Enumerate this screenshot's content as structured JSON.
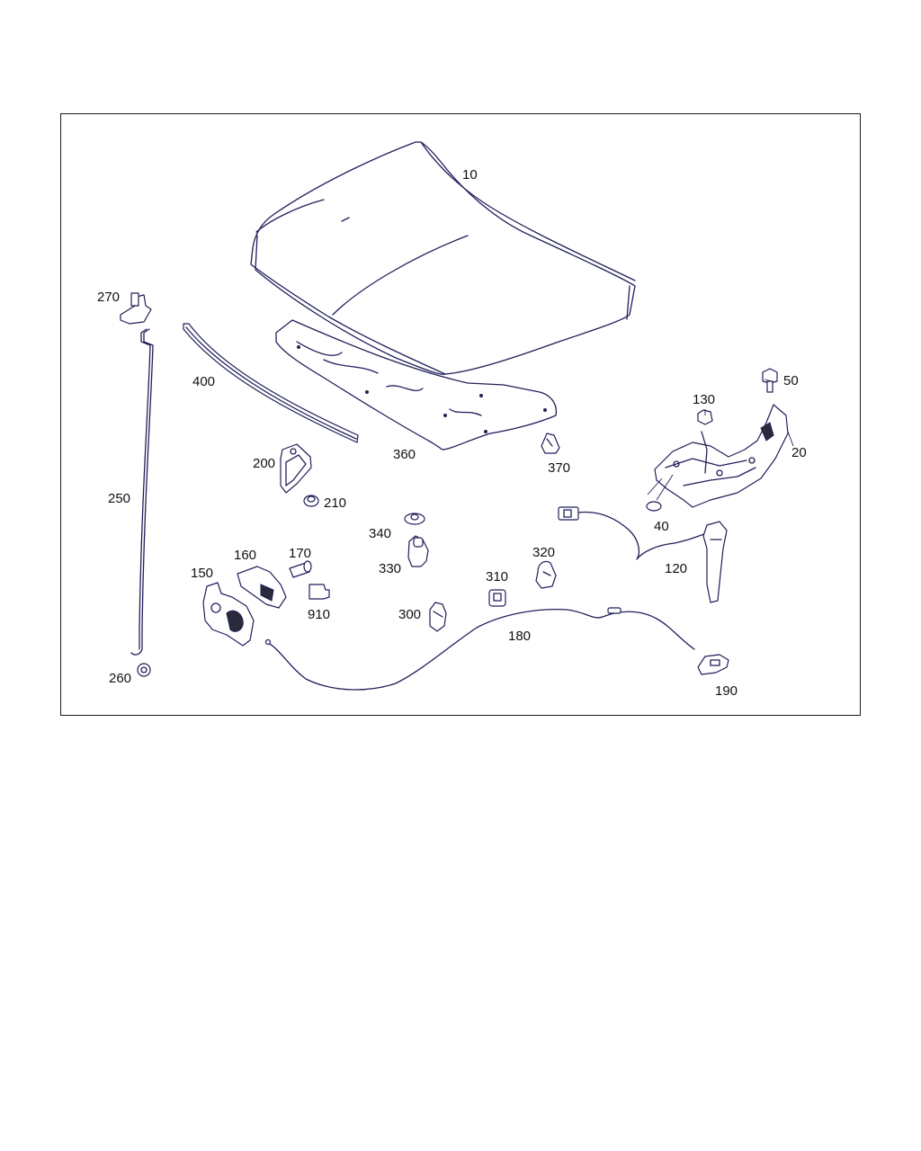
{
  "labels": {
    "hood": "10",
    "hinge": "20",
    "washer": "40",
    "bolt_50": "50",
    "cable_120": "120",
    "nut_130": "130",
    "lock_150": "150",
    "lock_160": "160",
    "screw_170": "170",
    "cable_180": "180",
    "handle_190": "190",
    "bracket_200": "200",
    "nut_210": "210",
    "rod_250": "250",
    "grommet_260": "260",
    "holder_270": "270",
    "clip_300": "300",
    "clip_310": "310",
    "clip_320": "320",
    "buffer_330": "330",
    "washer_340": "340",
    "insulation_360": "360",
    "clip_370": "370",
    "seal_400": "400",
    "clip_910": "910"
  },
  "colors": {
    "ink": "#1f1f5a",
    "frame": "#1a1a1a",
    "text": "#111111"
  }
}
